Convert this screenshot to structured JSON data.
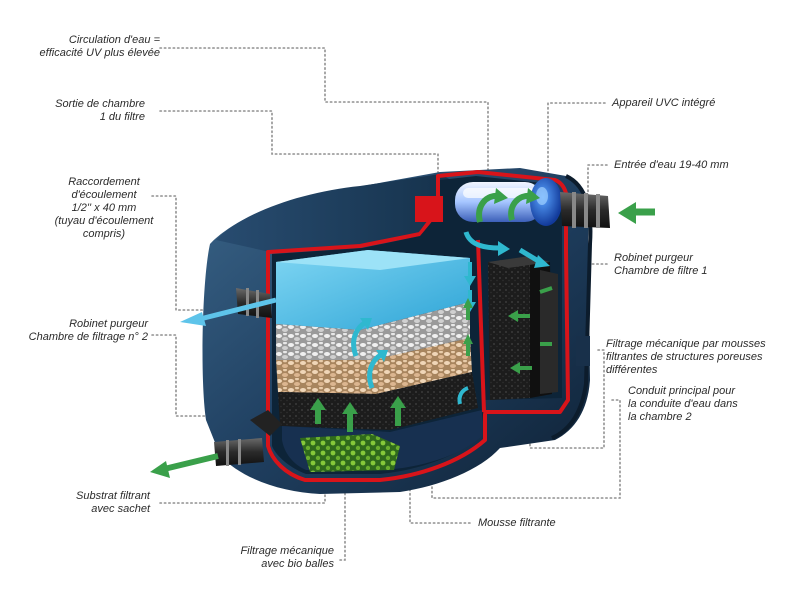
{
  "labels": {
    "uv_efficiency": "Circulation d'eau =\nefficacité UV plus élevée",
    "chamber_outlet": "Sortie de chambre\n1 du filtre",
    "drain_connection": "Raccordement\nd'écoulement\n1/2'' x 40 mm\n(tuyau d'écoulement\ncompris)",
    "drain_valve_2": "Robinet purgeur\nChambre de filtrage n° 2",
    "filter_substrate": "Substrat filtrant\navec sachet",
    "bio_balls": "Filtrage mécanique\navec bio balles",
    "filter_foam": "Mousse filtrante",
    "uvc_device": "Appareil UVC intégré",
    "water_inlet": "Entrée d'eau 19-40 mm",
    "drain_valve_1": "Robinet purgeur\nChambre de filtre 1",
    "mechanical_foams": "Filtrage mécanique par mousses\nfiltrantes de structures poreuses\ndifférentes",
    "main_duct": "Conduit principal pour\nla conduite d'eau dans\nla chambre 2"
  },
  "colors": {
    "housing": "#1b3550",
    "housing_light": "#2e5275",
    "cutaway_red": "#d8141a",
    "water_blue": "#5ec4ea",
    "foam_black": "#1a1a1a",
    "gravel_white": "#d9d9d9",
    "gravel_tan": "#d8b896",
    "bio_green": "#4a8a2a",
    "arrow_green": "#3aa04a",
    "arrow_cyan": "#2fb8cf",
    "leader_gray": "#8f8f8f"
  },
  "icons": [
    "uvc-lamp-icon",
    "flow-arrow-icon",
    "hose-connector-icon",
    "drain-valve-icon"
  ]
}
